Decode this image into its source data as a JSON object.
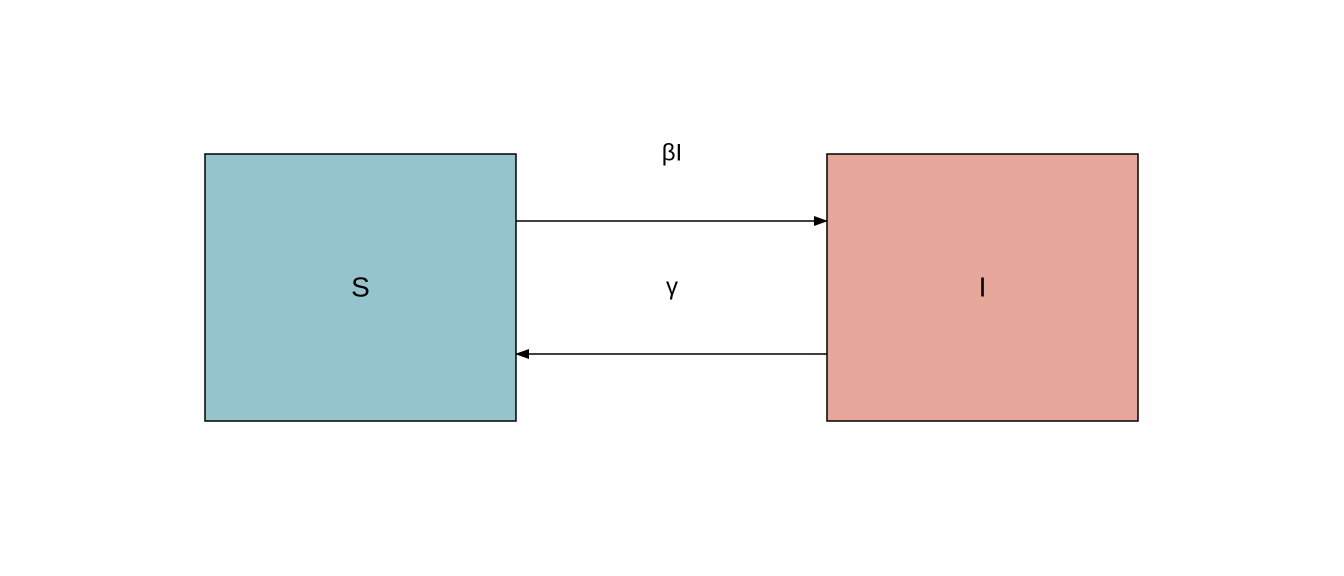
{
  "compartments": {
    "s": {
      "label": "S",
      "fill": "#96C4CC"
    },
    "i": {
      "label": "I",
      "fill": "#E7A79A"
    }
  },
  "transitions": {
    "infection": {
      "label": "βI"
    },
    "recovery": {
      "label": "γ"
    }
  },
  "colors": {
    "stroke": "#000000",
    "background": "#FFFFFF"
  }
}
